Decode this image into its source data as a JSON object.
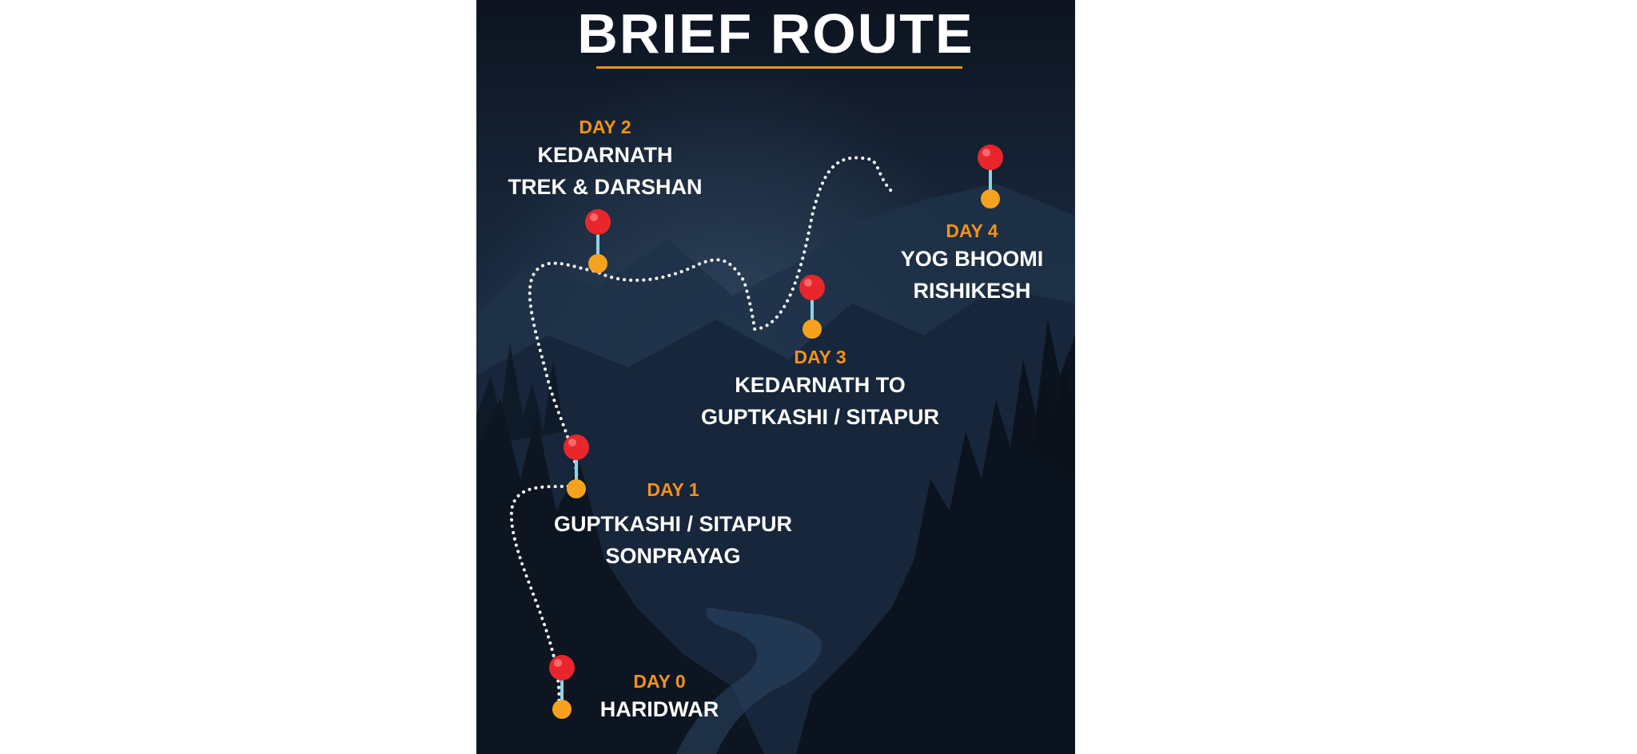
{
  "title": "BRIEF ROUTE",
  "colors": {
    "accent": "#f2921d",
    "pin_head": "#e8262c",
    "pin_base": "#f6a21e",
    "pin_needle": "#8fd3e8",
    "path": "#ffffff"
  },
  "stops": [
    {
      "day": "DAY 0",
      "lines": [
        "HARIDWAR"
      ]
    },
    {
      "day": "DAY 1",
      "lines": [
        "GUPTKASHI / SITAPUR",
        "SONPRAYAG"
      ]
    },
    {
      "day": "DAY 2",
      "lines": [
        "KEDARNATH",
        "TREK & DARSHAN"
      ]
    },
    {
      "day": "DAY 3",
      "lines": [
        "KEDARNATH TO",
        "GUPTKASHI / SITAPUR"
      ]
    },
    {
      "day": "DAY 4",
      "lines": [
        "YOG BHOOMI",
        "RISHIKESH"
      ]
    }
  ]
}
